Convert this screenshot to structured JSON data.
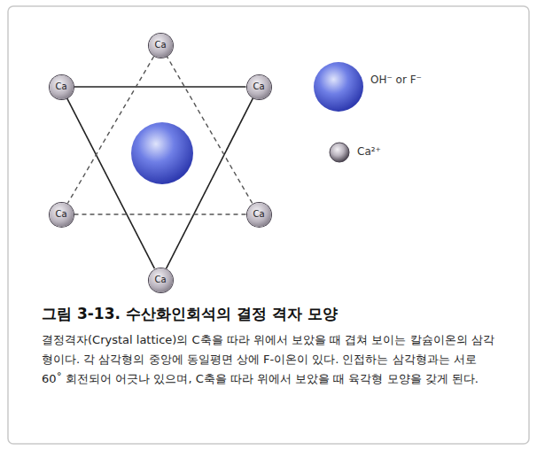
{
  "diagram": {
    "title": "그림 3-13. 수산화인회석의 결정 격자 모양",
    "caption": "결정격자(Crystal lattice)의 C축을 따라 위에서 보았을 때 겹쳐 보이는 칼슘이온의 삼각형이다. 각 삼각형의 중앙에 동일평면 상에 F-이온이 있다. 인접하는 삼각형과는 서로 60˚ 회전되어 어긋나 있으며, C축을 따라 위에서 보았을 때 육각형 모양을 갖게 된다.",
    "nodes": [
      {
        "text": [
          "Ca"
        ]
      },
      {
        "text": [
          "Ca"
        ]
      },
      {
        "text": [
          "Ca"
        ]
      },
      {
        "text": [
          "Ca"
        ]
      },
      {
        "text": [
          "Ca"
        ]
      },
      {
        "text": [
          "Ca"
        ]
      }
    ],
    "edges": [
      {
        "from": 1,
        "to": 2,
        "arrow": "none"
      },
      {
        "from": 2,
        "to": 5,
        "arrow": "none"
      },
      {
        "from": 5,
        "to": 1,
        "arrow": "none"
      },
      {
        "from": 0,
        "to": 3,
        "arrow": "none"
      },
      {
        "from": 3,
        "to": 4,
        "arrow": "none"
      },
      {
        "from": 4,
        "to": 0,
        "arrow": "none"
      }
    ],
    "legend": [
      {
        "text": "OH⁻ or F⁻"
      },
      {
        "text": "Ca²⁺"
      }
    ]
  }
}
